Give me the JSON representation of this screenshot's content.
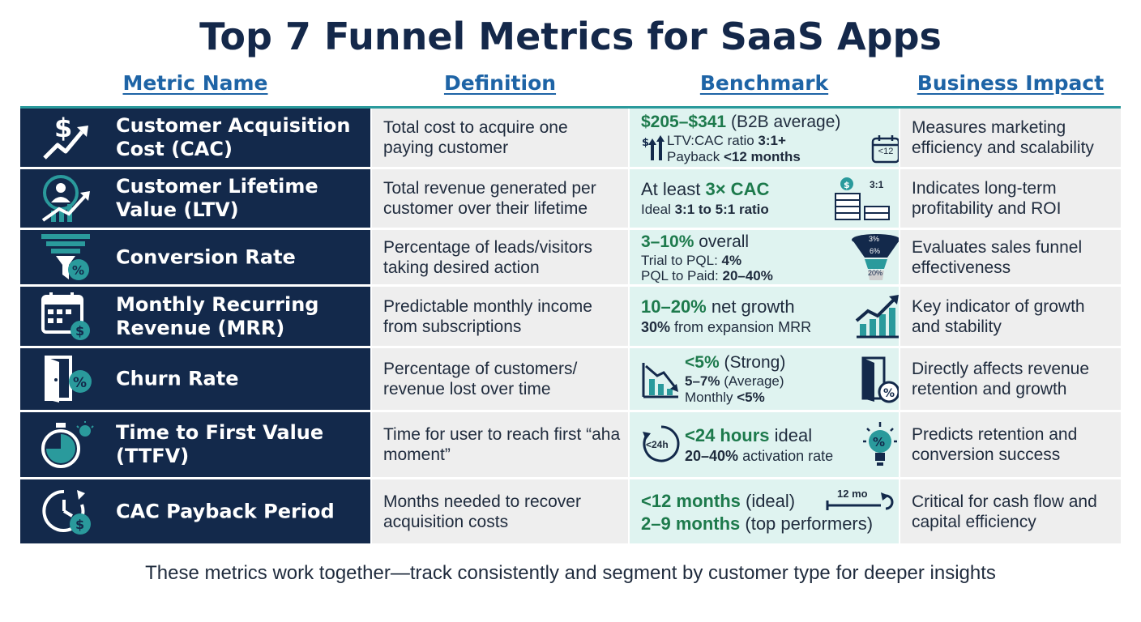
{
  "title": "Top 7 Funnel Metrics for SaaS Apps",
  "headers": {
    "metric": "Metric Name",
    "definition": "Definition",
    "benchmark": "Benchmark",
    "impact": "Business Impact"
  },
  "rows": [
    {
      "name_1": "Customer Acquisition",
      "name_2": "Cost (CAC)",
      "icon": "dollar-growth-icon",
      "definition": "Total cost to acquire one paying customer",
      "bench": {
        "l1_hi": "$205–$341",
        "l1_rest": " (B2B average)",
        "l2_pre": "LTV:CAC ratio ",
        "l2_b": "3:1+",
        "l3_pre": "Payback ",
        "l3_b": "<12 months",
        "badge": "<12"
      },
      "impact": "Measures marketing efficiency and scalability"
    },
    {
      "name_1": "Customer Lifetime",
      "name_2": "Value (LTV)",
      "icon": "user-growth-icon",
      "definition": "Total revenue generated per customer over their lifetime",
      "bench": {
        "l1_pre": "At least ",
        "l1_hi": "3× CAC",
        "l2_pre": "Ideal ",
        "l2_b": "3:1 to 5:1 ratio",
        "badge": "3:1"
      },
      "impact": "Indicates long-term profitability and ROI"
    },
    {
      "name_1": "Conversion Rate",
      "name_2": "",
      "icon": "funnel-percent-icon",
      "definition": "Percentage of leads/visitors taking desired action",
      "bench": {
        "l1_hi": "3–10%",
        "l1_rest": " overall",
        "l2_pre": "Trial to PQL: ",
        "l2_b": "4%",
        "l3_pre": "PQL to Paid: ",
        "l3_b": "20–40%",
        "funnel_1": "3%",
        "funnel_2": "6%",
        "funnel_3": "20%"
      },
      "impact": "Evaluates sales funnel effectiveness"
    },
    {
      "name_1": "Monthly Recurring",
      "name_2": "Revenue (MRR)",
      "icon": "calendar-dollar-icon",
      "definition": "Predictable monthly income from subscriptions",
      "bench": {
        "l1_hi": "10–20%",
        "l1_rest": " net growth",
        "l2_b": "30%",
        "l2_rest": " from expansion MRR"
      },
      "impact": "Key indicator of growth and stability"
    },
    {
      "name_1": "Churn Rate",
      "name_2": "",
      "icon": "door-exit-icon",
      "definition": "Percentage of customers/ revenue lost over time",
      "bench": {
        "l1_hi": "<5%",
        "l1_rest": " (Strong)",
        "l2_b": "5–7%",
        "l2_rest": " (Average)",
        "l3_pre": "Monthly ",
        "l3_b": "<5%"
      },
      "impact": "Directly affects revenue retention and growth"
    },
    {
      "name_1": "Time to First Value",
      "name_2": "(TTFV)",
      "icon": "stopwatch-icon",
      "definition": "Time for user to reach first “aha moment”",
      "bench": {
        "l1_hi": "<24 hours",
        "l1_rest": " ideal",
        "l2_b": "20–40%",
        "l2_rest": " activation rate",
        "badge": "<24h"
      },
      "impact": "Predicts retention and conversion success"
    },
    {
      "name_1": "CAC Payback Period",
      "name_2": "",
      "icon": "clock-dollar-icon",
      "definition": "Months needed to recover acquisition costs",
      "bench": {
        "l1_hi": "<12 months",
        "l1_rest": " (ideal)",
        "l2_hi": "2–9 months",
        "l2_rest": " (top performers)",
        "badge": "12 mo"
      },
      "impact": "Critical for cash flow and capital efficiency"
    }
  ],
  "footer": "These metrics work together—track consistently and segment by customer type for deeper insights",
  "colors": {
    "navy": "#13294b",
    "accent_blue": "#1e64a6",
    "teal": "#2a9a9c",
    "green": "#1d7a4c",
    "bench_bg": "#dff3f0",
    "cell_bg": "#eeeeee"
  }
}
